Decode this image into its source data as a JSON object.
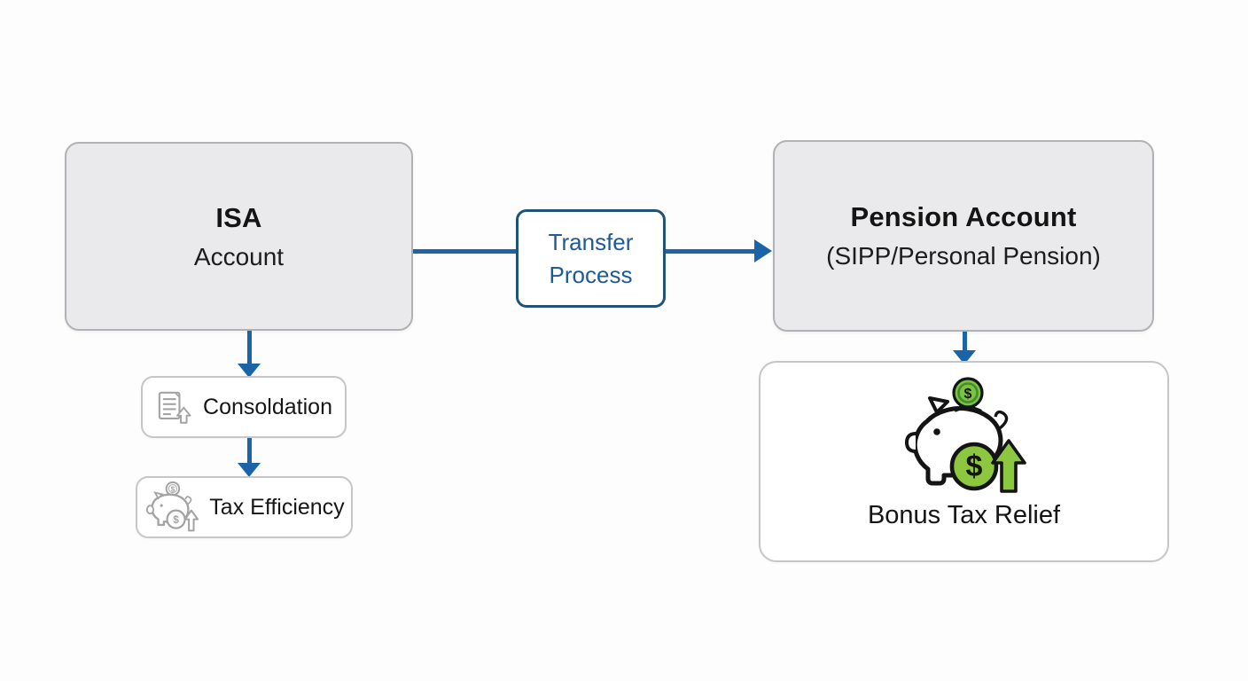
{
  "colors": {
    "background": "#fdfdfd",
    "arrow_blue": "#1b64a8",
    "transfer_border_blue": "#215379",
    "transfer_text_blue": "#1d5a96",
    "node_fill_gray": "#eaeaec",
    "node_border_gray": "#b2b2b5",
    "card_border_gray": "#c6c6c9",
    "icon_gray": "#a3a3a3",
    "coin_green": "#8dc63f",
    "coin_green_ring": "#3e8e2f",
    "icon_outline_black": "#141414",
    "text_black": "#141414"
  },
  "nodes": {
    "isa": {
      "title": "ISA",
      "subtitle": "Account"
    },
    "transfer": {
      "line1": "Transfer",
      "line2": "Process"
    },
    "pension": {
      "title": "Pension Account",
      "subtitle": "(SIPP/Personal Pension)"
    },
    "consolidation": {
      "label": "Consoldation",
      "icon": "document-up-arrow-icon"
    },
    "tax_efficiency": {
      "label": "Tax Efficiency",
      "icon": "piggy-bank-coin-arrow-gray-icon"
    },
    "bonus": {
      "label": "Bonus Tax Relief",
      "icon": "piggy-bank-coins-up-arrow-icon"
    }
  },
  "glyphs": {
    "dollar": "$"
  },
  "connectors": [
    "isa-to-transfer-line",
    "transfer-to-pension-arrow",
    "isa-to-consolidation-arrow",
    "consolidation-to-tax-efficiency-arrow",
    "pension-to-bonus-arrow"
  ]
}
